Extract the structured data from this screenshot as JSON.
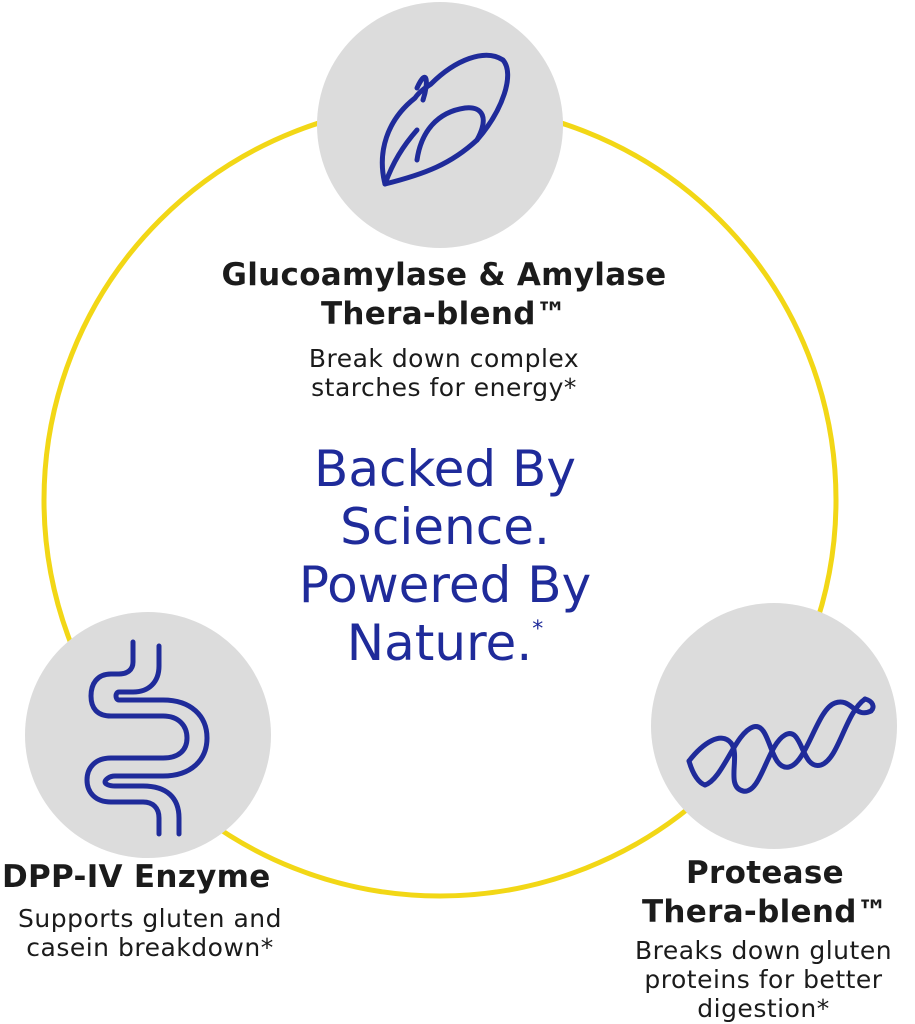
{
  "colors": {
    "ring": "#f2d716",
    "icon_bg": "#dcdcdc",
    "icon_stroke": "#1f2b9a",
    "heading": "#1f2b9a",
    "text": "#1b1b1b"
  },
  "headline": {
    "line1": "Backed By",
    "line2": "Science.",
    "line3": "Powered By",
    "line4": "Nature.",
    "mark": "*"
  },
  "features": {
    "top": {
      "icon": "grain-kernel-icon",
      "title_line1": "Glucoamylase & Amylase",
      "title_line2": "Thera-blend™",
      "desc_line1": "Break down complex",
      "desc_line2": "starches for energy*"
    },
    "left": {
      "icon": "intestine-icon",
      "title": "DPP-IV Enzyme",
      "desc_line1": "Supports gluten and",
      "desc_line2": "casein breakdown*"
    },
    "right": {
      "icon": "protein-helix-icon",
      "title_line1": "Protease",
      "title_line2": "Thera-blend™",
      "desc_line1": "Breaks down gluten",
      "desc_line2": "proteins for better",
      "desc_line3": "digestion*"
    }
  }
}
